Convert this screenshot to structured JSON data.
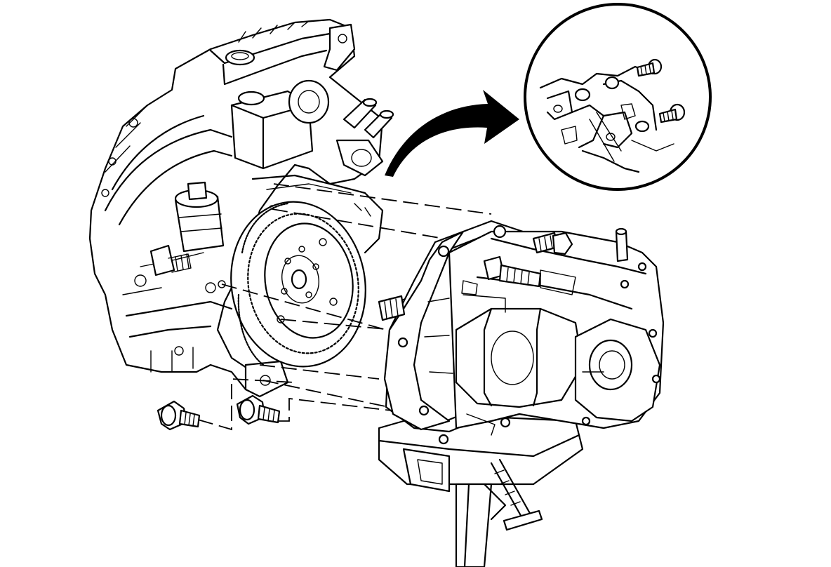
{
  "illustration": {
    "ink_color": "#000000",
    "paper_color": "#ffffff",
    "components": [
      "engine-block",
      "flywheel",
      "transmission",
      "transmission-jack",
      "transmission-to-engine-bolts",
      "detail-inset-bolts",
      "callout-arrow"
    ]
  }
}
